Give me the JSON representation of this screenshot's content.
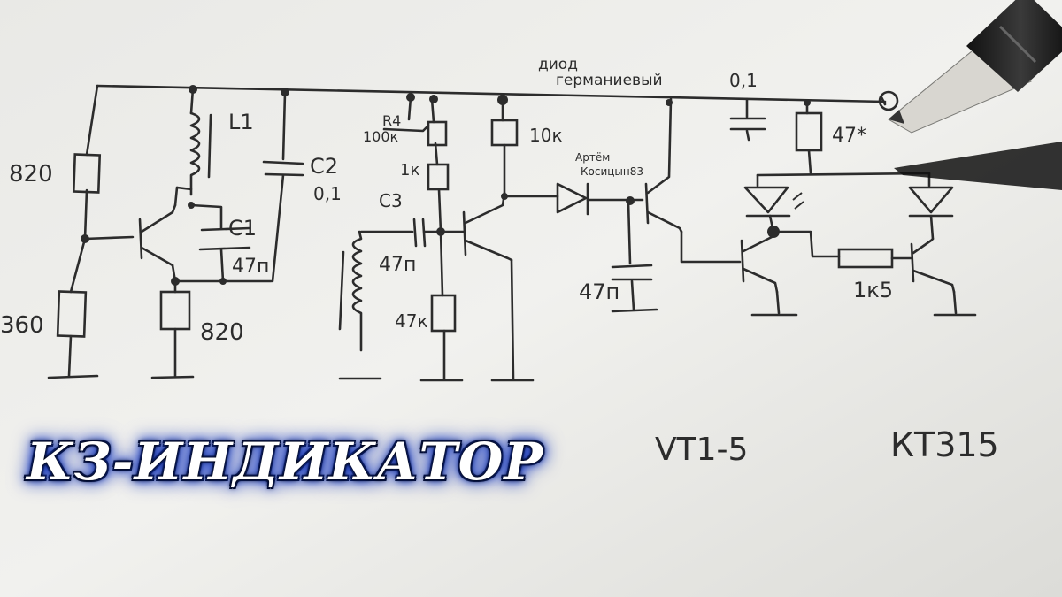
{
  "caption": "КЗ-ИНДИКАТОР",
  "diagram": {
    "labels": {
      "r1": "820",
      "r2": "360",
      "l1": "L1",
      "c2": "C2",
      "c2_value": "0,1",
      "c1": "C1",
      "c1_value": "47п",
      "r_emitter": "820",
      "r4": "R4",
      "r4_value": "100к",
      "r_1k": "1к",
      "c3": "C3",
      "c3_value": "47п",
      "r_47k": "47к",
      "r_10k": "10к",
      "diode_note_1": "диод",
      "diode_note_2": "германиевый",
      "c_top_value": "0,1",
      "author_1": "Артём",
      "author_2": "Косицын83",
      "c_47p": "47п",
      "r_47": "47*",
      "r_1k5": "1к5",
      "transistors": "VT1-5",
      "transistor_type": "КТ315"
    }
  },
  "colors": {
    "paper": "#eeeeea",
    "ink": "#2c2c2c",
    "caption_text": "#ffffff",
    "caption_glow": "#1a3fd0"
  }
}
